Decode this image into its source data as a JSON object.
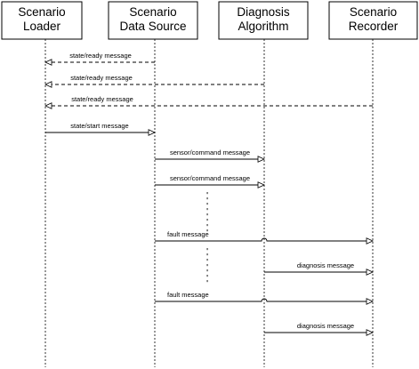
{
  "participants": [
    {
      "id": "loader",
      "label_line1": "Scenario",
      "label_line2": "Loader"
    },
    {
      "id": "source",
      "label_line1": "Scenario",
      "label_line2": "Data Source"
    },
    {
      "id": "algo",
      "label_line1": "Diagnosis",
      "label_line2": "Algorithm"
    },
    {
      "id": "recorder",
      "label_line1": "Scenario",
      "label_line2": "Recorder"
    }
  ],
  "messages": [
    {
      "from": "source",
      "to": "loader",
      "label": "state/ready message",
      "style": "dashed"
    },
    {
      "from": "algo",
      "to": "loader",
      "label": "state/ready message",
      "style": "dashed"
    },
    {
      "from": "recorder",
      "to": "loader",
      "label": "state/ready message",
      "style": "dashed"
    },
    {
      "from": "loader",
      "to": "source",
      "label": "state/start message",
      "style": "solid"
    },
    {
      "from": "source",
      "to": "algo",
      "label": "sensor/command message",
      "style": "solid"
    },
    {
      "from": "source",
      "to": "algo",
      "label": "sensor/command message",
      "style": "solid"
    },
    {
      "from": "source",
      "to": "recorder",
      "label": "fault message",
      "style": "solid"
    },
    {
      "from": "algo",
      "to": "recorder",
      "label": "diagnosis message",
      "style": "solid"
    },
    {
      "from": "source",
      "to": "recorder",
      "label": "fault message",
      "style": "solid"
    },
    {
      "from": "algo",
      "to": "recorder",
      "label": "diagnosis message",
      "style": "solid"
    }
  ]
}
